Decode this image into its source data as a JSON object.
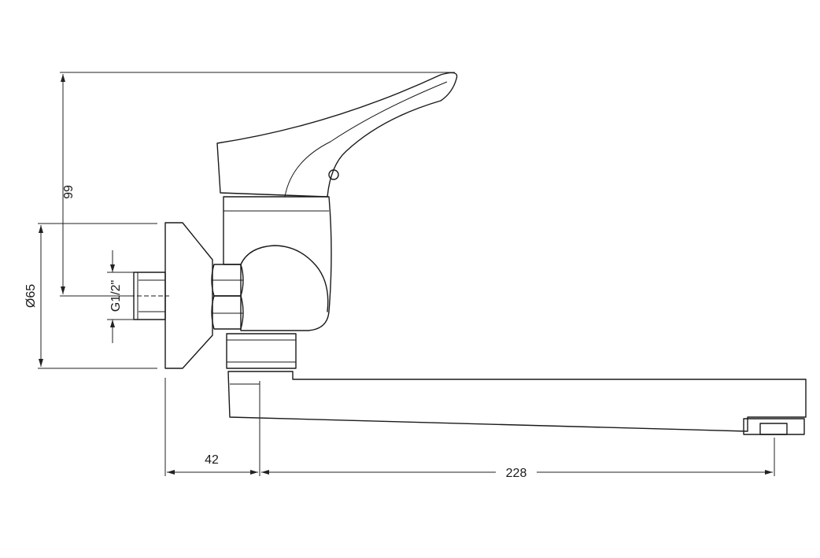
{
  "dimensions": {
    "height_total": "99",
    "rosette_diameter": "Ø65",
    "thread": "G1/2\"",
    "offset": "42",
    "spout_reach": "228"
  },
  "colors": {
    "line": "#1a1a1a",
    "background": "#ffffff"
  }
}
